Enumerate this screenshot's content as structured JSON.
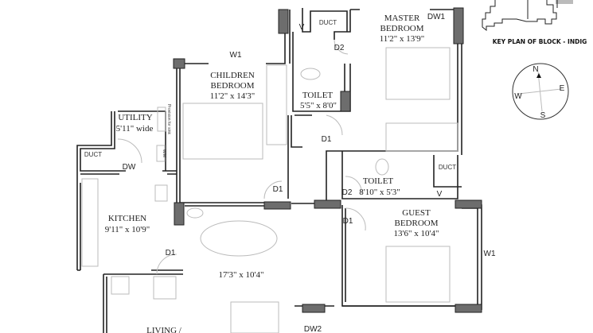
{
  "key_plan": {
    "title": "KEY PLAN OF BLOCK - INDIG"
  },
  "compass": {
    "n": "N",
    "e": "E",
    "w": "W",
    "s": "S"
  },
  "rooms": {
    "children_bedroom": {
      "name_1": "CHILDREN",
      "name_2": "BEDROOM",
      "size": "11'2\" x 14'3\""
    },
    "master_bedroom": {
      "name_1": "MASTER",
      "name_2": "BEDROOM",
      "size": "11'2\" x 13'9\""
    },
    "toilet_master": {
      "name": "TOILET",
      "size": "5'5\" x 8'0\""
    },
    "utility": {
      "name": "UTILITY",
      "size": "5'11\" wide"
    },
    "toilet_common": {
      "name": "TOILET",
      "size": "8'10\" x 5'3\""
    },
    "guest_bedroom": {
      "name_1": "GUEST",
      "name_2": "BEDROOM",
      "size": "13'6\" x 10'4\""
    },
    "kitchen": {
      "name": "KITCHEN",
      "size": "9'11\" x 10'9\""
    },
    "dining": {
      "size": "17'3\" x 10'4\""
    },
    "living": {
      "name": "LIVING /"
    }
  },
  "fixtures": {
    "provision_sink": "Provision for sink",
    "washing_machine": "W/M"
  },
  "labels": {
    "w1_children": "W1",
    "w1_guest": "W1",
    "duct_master": "DUCT",
    "duct_utility": "DUCT",
    "duct_toilet": "DUCT",
    "v_master": "V",
    "v_toilet": "V",
    "d2_master": "D2",
    "d2_toilet": "D2",
    "dw1": "DW1",
    "dw": "DW",
    "dw2": "DW2",
    "d1_master": "D1",
    "d1_children": "D1",
    "d1_guest": "D1",
    "d1_kitchen": "D1"
  }
}
